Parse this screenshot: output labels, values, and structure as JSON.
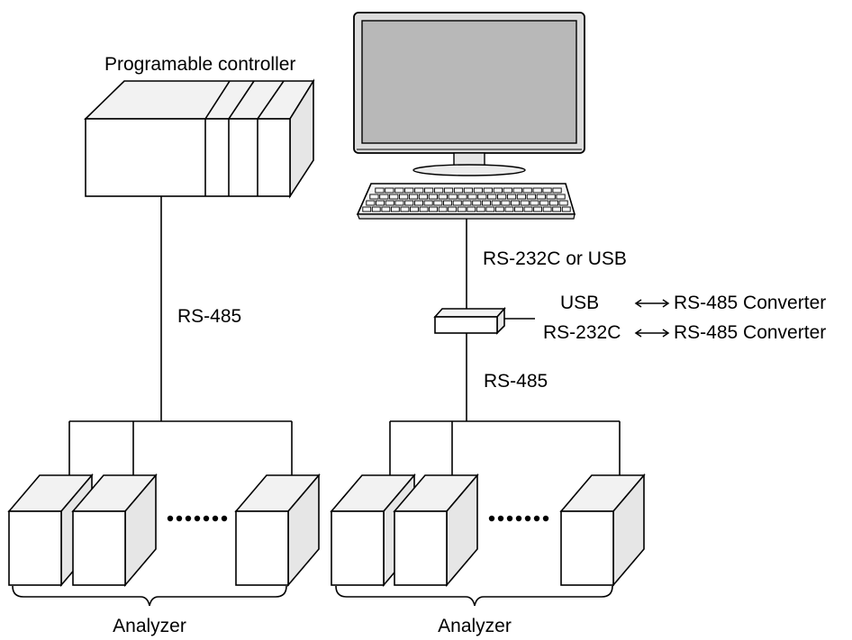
{
  "labels": {
    "plc_title": "Programable controller",
    "rs485_left": "RS-485",
    "rs232_usb": "RS-232C or USB",
    "usb": "USB",
    "rs232c": "RS-232C",
    "converter_top": "RS-485 Converter",
    "converter_bottom": "RS-485 Converter",
    "rs485_right": "RS-485",
    "analyzer_left": "Analyzer",
    "analyzer_right": "Analyzer"
  },
  "colors": {
    "line": "#000000",
    "monitor_screen": "#b8b8b8",
    "box_face": "#ffffff",
    "box_shade": "#f0f0f0"
  },
  "icons": {
    "computer": "monitor-icon",
    "keyboard": "keyboard-icon",
    "converter": "converter-box-icon",
    "plc": "plc-rack-icon",
    "analyzer": "analyzer-unit-icon"
  }
}
